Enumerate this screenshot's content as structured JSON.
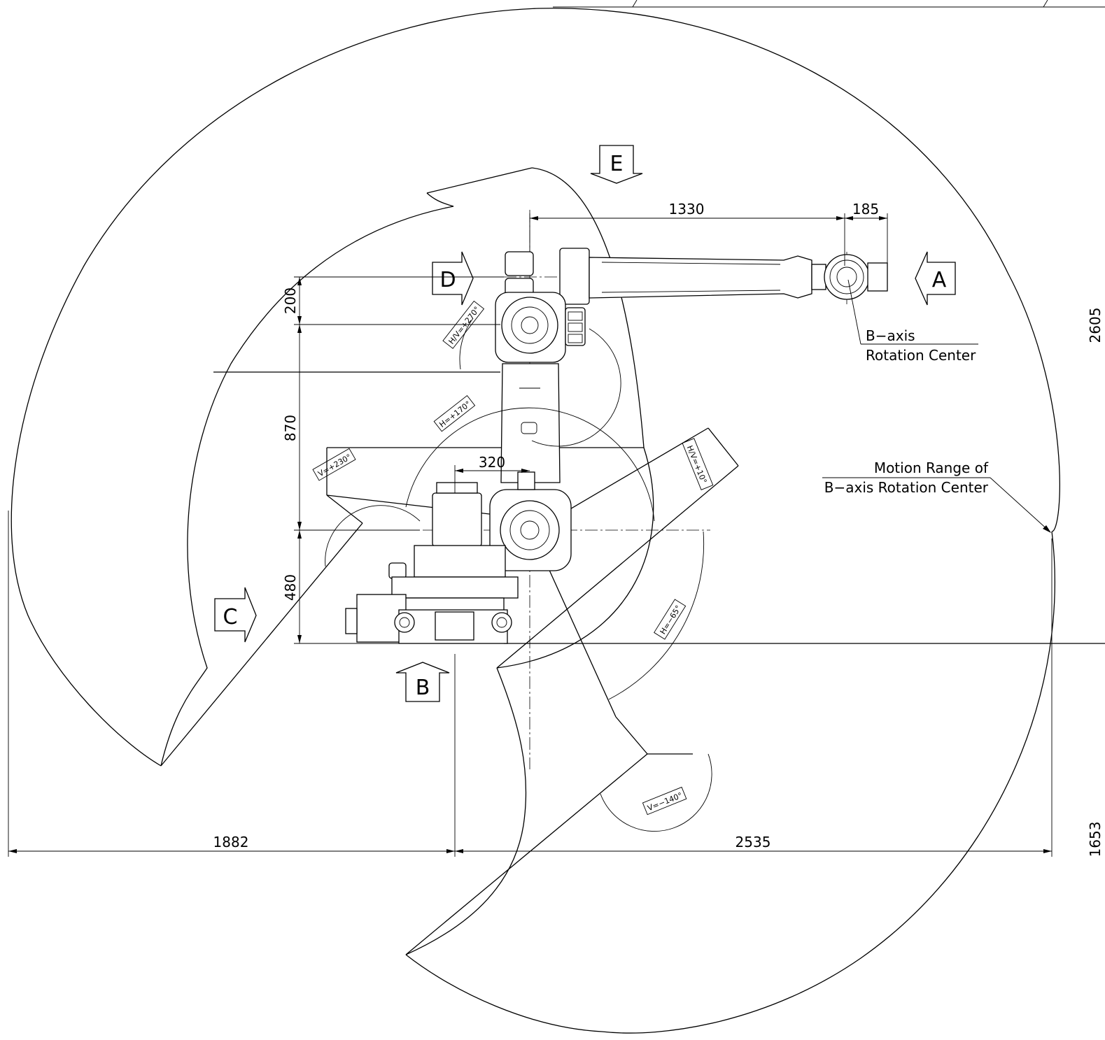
{
  "views": {
    "a": "A",
    "b": "B",
    "c": "C",
    "d": "D",
    "e": "E"
  },
  "dimensions": {
    "d1330": "1330",
    "d185": "185",
    "d200": "200",
    "d870": "870",
    "d480": "480",
    "d320": "320",
    "d1882": "1882",
    "d2535": "2535",
    "d2605": "2605",
    "d1653": "1653"
  },
  "angles": {
    "hv270": "H/V=+270°",
    "h170": "H=+170°",
    "v230": "V=+230°",
    "hv10": "H/V=+10°",
    "h65": "H=−65°",
    "v140": "V=−140°"
  },
  "labels": {
    "b_axis_line1": "B−axis",
    "b_axis_line2": "Rotation Center",
    "motion_line1": "Motion Range of",
    "motion_line2": "B−axis Rotation Center"
  }
}
